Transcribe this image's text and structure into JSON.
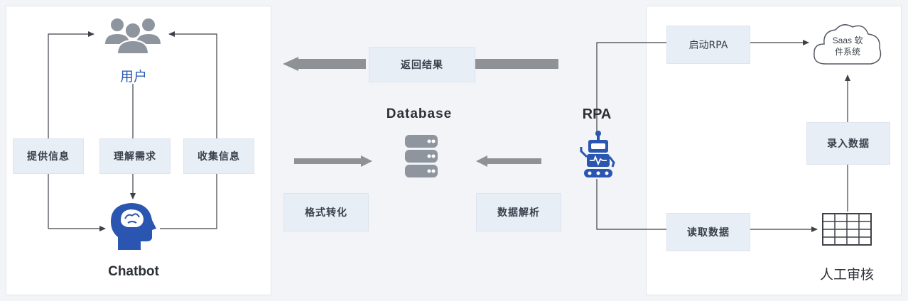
{
  "left": {
    "user_label": "用户",
    "chatbot_label": "Chatbot",
    "provide_info": "提供信息",
    "understand_needs": "理解需求",
    "collect_info": "收集信息"
  },
  "center": {
    "return_results": "返回结果",
    "database_label": "Database",
    "format_convert": "格式转化",
    "data_parse": "数据解析"
  },
  "right": {
    "rpa_label": "RPA",
    "start_rpa": "启动RPA",
    "saas_line1": "Saas 软",
    "saas_line2": "件系统",
    "enter_data": "录入数据",
    "read_data": "读取数据",
    "manual_review": "人工审核"
  },
  "colors": {
    "accent_blue": "#2f5db8",
    "icon_gray": "#8f959e",
    "line_gray": "#3d4148",
    "box_fill": "#e8eef6"
  }
}
